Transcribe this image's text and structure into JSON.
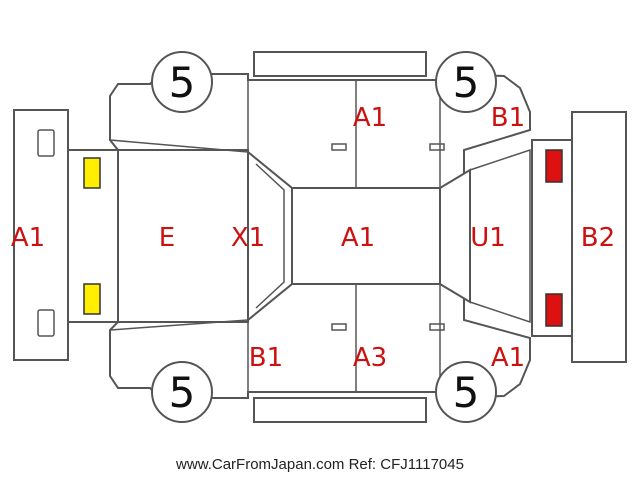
{
  "codes": {
    "front_bumper": "A1",
    "hood": "E",
    "windshield": "X1",
    "roof": "A1",
    "rear_window": "U1",
    "rear_bumper": "B2",
    "right_rear_quarter": "B1",
    "right_side": "A1",
    "left_front_fender": "B1",
    "left_side": "A3",
    "left_rear_quarter": "A1"
  },
  "tires": {
    "front_right": "5",
    "rear_right": "5",
    "front_left": "5",
    "rear_left": "5"
  },
  "footer": "www.CarFromJapan.com Ref: CFJ1117045",
  "colors": {
    "code_text": "#cc1111",
    "outline": "#555555",
    "headlight": "#ffee00",
    "taillight": "#dd1111"
  }
}
